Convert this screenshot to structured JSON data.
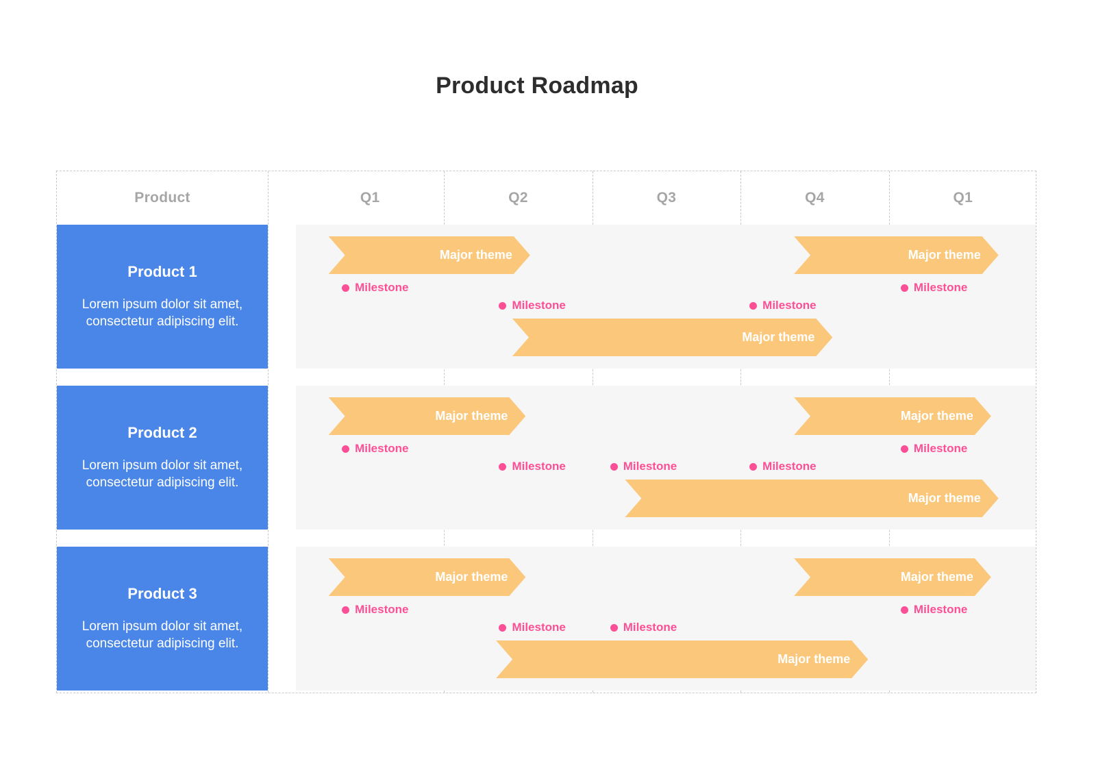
{
  "title": "Product Roadmap",
  "header": {
    "product_label": "Product",
    "quarters": [
      "Q1",
      "Q2",
      "Q3",
      "Q4",
      "Q1"
    ]
  },
  "colors": {
    "product_card": "#4a86e8",
    "theme_bar": "#fbc87b",
    "milestone": "#fb4f96",
    "row_band": "#f7f6f7",
    "grid_line": "#c9c9c9",
    "title_text": "#2d2d2d",
    "header_text": "#a6a6a6"
  },
  "labels": {
    "theme": "Major theme",
    "milestone": "Milestone"
  },
  "rows": [
    {
      "product": {
        "name": "Product 1",
        "description": "Lorem ipsum dolor sit amet, consectetur adipiscing elit."
      },
      "themes": [
        {
          "label": "Major theme",
          "start_q": 0.22,
          "end_q": 1.58,
          "lane": 0
        },
        {
          "label": "Major theme",
          "start_q": 3.36,
          "end_q": 4.74,
          "lane": 0
        },
        {
          "label": "Major theme",
          "start_q": 1.46,
          "end_q": 3.62,
          "lane": 1
        }
      ],
      "milestones": [
        {
          "label": "Milestone",
          "q": 0.31,
          "lane": 0
        },
        {
          "label": "Milestone",
          "q": 1.37,
          "lane": 1
        },
        {
          "label": "Milestone",
          "q": 3.06,
          "lane": 1
        },
        {
          "label": "Milestone",
          "q": 4.08,
          "lane": 0
        }
      ]
    },
    {
      "product": {
        "name": "Product 2",
        "description": "Lorem ipsum dolor sit amet, consectetur adipiscing elit."
      },
      "themes": [
        {
          "label": "Major theme",
          "start_q": 0.22,
          "end_q": 1.55,
          "lane": 0
        },
        {
          "label": "Major theme",
          "start_q": 3.36,
          "end_q": 4.69,
          "lane": 0
        },
        {
          "label": "Major theme",
          "start_q": 2.22,
          "end_q": 4.74,
          "lane": 1
        }
      ],
      "milestones": [
        {
          "label": "Milestone",
          "q": 0.31,
          "lane": 0
        },
        {
          "label": "Milestone",
          "q": 1.37,
          "lane": 1
        },
        {
          "label": "Milestone",
          "q": 2.12,
          "lane": 1
        },
        {
          "label": "Milestone",
          "q": 3.06,
          "lane": 1
        },
        {
          "label": "Milestone",
          "q": 4.08,
          "lane": 0
        }
      ]
    },
    {
      "product": {
        "name": "Product 3",
        "description": "Lorem ipsum dolor sit amet, consectetur adipiscing elit."
      },
      "themes": [
        {
          "label": "Major theme",
          "start_q": 0.22,
          "end_q": 1.55,
          "lane": 0
        },
        {
          "label": "Major theme",
          "start_q": 3.36,
          "end_q": 4.69,
          "lane": 0
        },
        {
          "label": "Major theme",
          "start_q": 1.35,
          "end_q": 3.86,
          "lane": 1
        }
      ],
      "milestones": [
        {
          "label": "Milestone",
          "q": 0.31,
          "lane": 0
        },
        {
          "label": "Milestone",
          "q": 1.37,
          "lane": 1
        },
        {
          "label": "Milestone",
          "q": 2.12,
          "lane": 1
        },
        {
          "label": "Milestone",
          "q": 4.08,
          "lane": 0
        }
      ]
    }
  ]
}
